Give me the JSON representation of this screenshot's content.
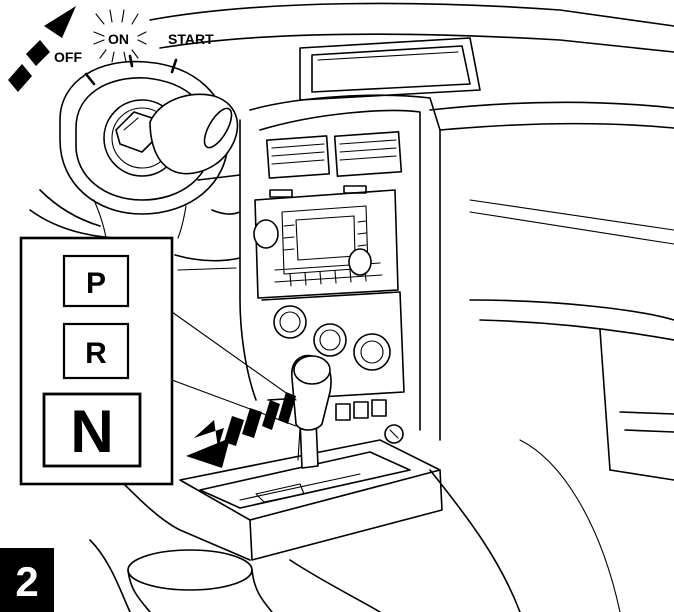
{
  "ignition": {
    "off_label": "OFF",
    "on_label": "ON",
    "start_label": "START"
  },
  "gear_inset": {
    "park_label": "P",
    "reverse_label": "R",
    "neutral_label": "N"
  },
  "step_badge": {
    "number": "2"
  },
  "colors": {
    "line": "#000000",
    "background": "#ffffff",
    "badge_bg": "#000000",
    "badge_text": "#ffffff"
  }
}
